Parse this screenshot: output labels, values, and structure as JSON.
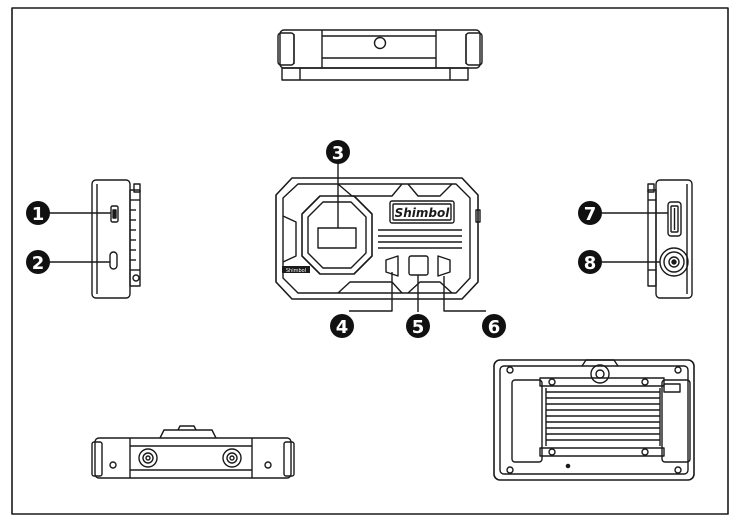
{
  "brand": {
    "logo_text": "Shimbol",
    "small_label": "Shimbol"
  },
  "callouts": [
    {
      "number": "1"
    },
    {
      "number": "2"
    },
    {
      "number": "3"
    },
    {
      "number": "4"
    },
    {
      "number": "5"
    },
    {
      "number": "6"
    },
    {
      "number": "7"
    },
    {
      "number": "8"
    }
  ],
  "colors": {
    "line": "#1a1a1a",
    "badge": "#111111",
    "background": "#ffffff"
  }
}
